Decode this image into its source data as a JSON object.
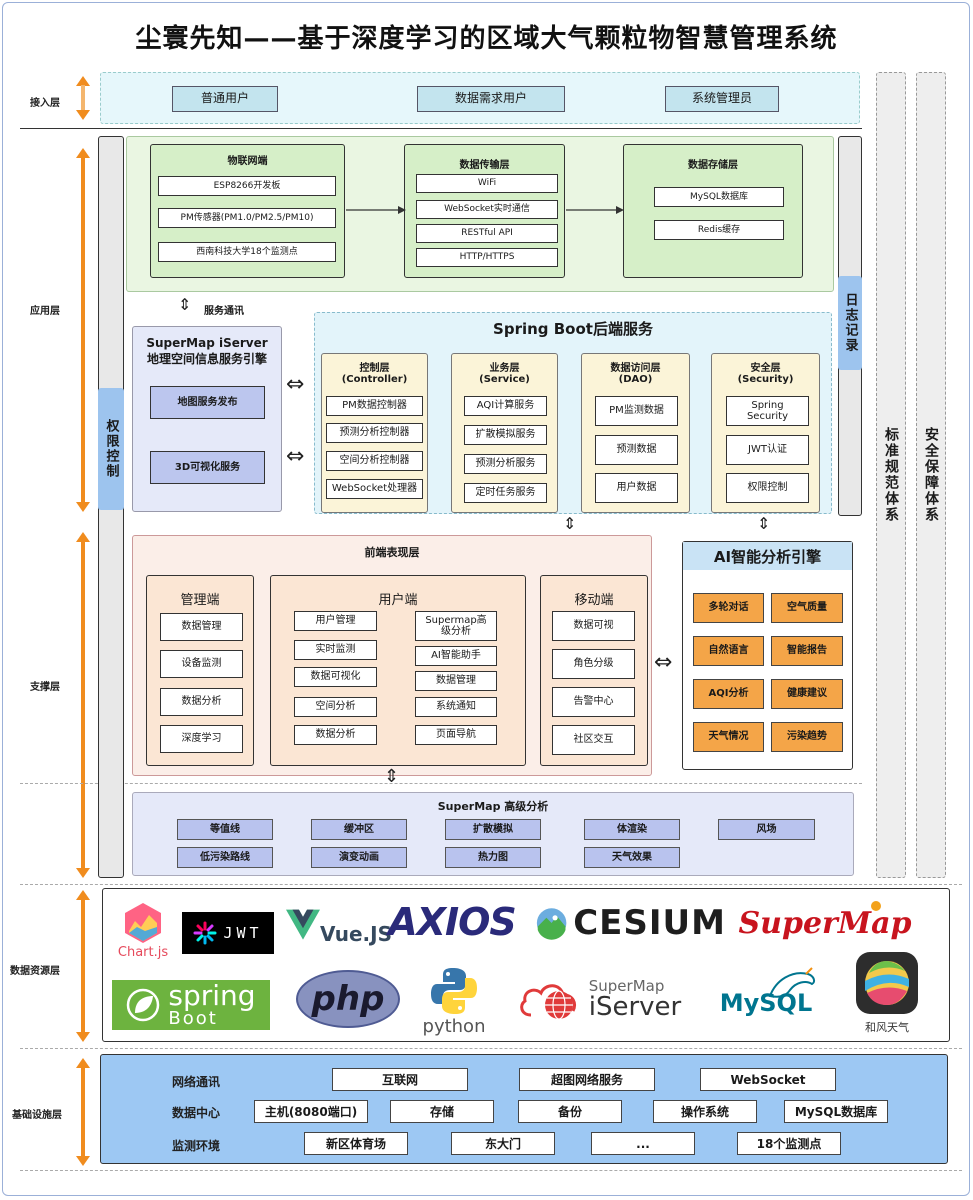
{
  "title": "尘寰先知——基于深度学习的区域大气颗粒物智慧管理系统",
  "layers": {
    "access": "接入层",
    "application": "应用层",
    "support": "支撑层",
    "data_resource": "数据资源层",
    "infrastructure": "基础设施层"
  },
  "access_users": [
    "普通用户",
    "数据需求用户",
    "系统管理员"
  ],
  "side": {
    "permission": "权限控制",
    "log": "日志记录",
    "standard": "标准规范体系",
    "security": "安全保障体系"
  },
  "iot": {
    "title": "物联网端",
    "items": [
      "ESP8266开发板",
      "PM传感器(PM1.0/PM2.5/PM10)",
      "西南科技大学18个监测点"
    ]
  },
  "transfer": {
    "title": "数据传输层",
    "items": [
      "WiFi",
      "WebSocket实时通信",
      "RESTful API",
      "HTTP/HTTPS"
    ]
  },
  "storage": {
    "title": "数据存储层",
    "items": [
      "MySQL数据库",
      "Redis缓存"
    ]
  },
  "service_comm": "服务通讯",
  "iserver": {
    "title": "SuperMap iServer\n地理空间信息服务引擎",
    "items": [
      "地图服务发布",
      "3D可视化服务"
    ]
  },
  "springboot": {
    "title": "Spring Boot后端服务",
    "columns": [
      {
        "title": "控制层\n(Controller)",
        "items": [
          "PM数据控制器",
          "预测分析控制器",
          "空间分析控制器",
          "WebSocket处理器"
        ]
      },
      {
        "title": "业务层\n(Service)",
        "items": [
          "AQI计算服务",
          "扩散模拟服务",
          "预测分析服务",
          "定时任务服务"
        ]
      },
      {
        "title": "数据访问层\n(DAO)",
        "items": [
          "PM监测数据",
          "预测数据",
          "用户数据"
        ]
      },
      {
        "title": "安全层\n(Security)",
        "items": [
          "Spring\nSecurity",
          "JWT认证",
          "权限控制"
        ]
      }
    ]
  },
  "frontend": {
    "title": "前端表现层",
    "admin": {
      "title": "管理端",
      "items": [
        "数据管理",
        "设备监测",
        "数据分析",
        "深度学习"
      ]
    },
    "user": {
      "title": "用户端",
      "left": [
        "用户管理",
        "实时监测",
        "数据可视化",
        "空间分析",
        "数据分析"
      ],
      "right": [
        "Supermap高\n级分析",
        "AI智能助手",
        "数据管理",
        "系统通知",
        "页面导航"
      ]
    },
    "mobile": {
      "title": "移动端",
      "items": [
        "数据可视",
        "角色分级",
        "告警中心",
        "社区交互"
      ]
    }
  },
  "ai": {
    "title": "AI智能分析引擎",
    "items": [
      "多轮对话",
      "空气质量",
      "自然语言",
      "智能报告",
      "AQI分析",
      "健康建议",
      "天气情况",
      "污染趋势"
    ]
  },
  "supermap_adv": {
    "title": "SuperMap 高级分析",
    "row1": [
      "等值线",
      "缓冲区",
      "扩散模拟",
      "体渲染",
      "风场"
    ],
    "row2": [
      "低污染路线",
      "演变动画",
      "热力图",
      "天气效果"
    ]
  },
  "logos": {
    "chartjs": "Chart.js",
    "jwt": "JWT",
    "vue": "Vue.JS",
    "axios": "AXIOS",
    "cesium": "CESIUM",
    "supermap": "SuperMap",
    "spring_top": "spring",
    "spring_bottom": "Boot",
    "php": "php",
    "python": "python",
    "iserver_top": "SuperMap",
    "iserver_bottom": "iServer",
    "mysql": "MySQL",
    "qweather": "和风天气"
  },
  "infra": {
    "rows": [
      {
        "label": "网络通讯",
        "items": [
          "互联网",
          "超图网络服务",
          "WebSocket"
        ]
      },
      {
        "label": "数据中心",
        "items": [
          "主机(8080端口)",
          "存储",
          "备份",
          "操作系统",
          "MySQL数据库"
        ]
      },
      {
        "label": "监测环境",
        "items": [
          "新区体育场",
          "东大门",
          "...",
          "18个监测点"
        ]
      }
    ]
  },
  "colors": {
    "orange_arrow": "#f08c1e",
    "green_panel": "#eaf6e2",
    "blue_panel": "#e3f4fa",
    "peach_panel": "#fbeee8",
    "ai_orange": "#f4a548",
    "infra_blue": "#9dc8f3",
    "permission_blue": "#9dc4ee"
  }
}
